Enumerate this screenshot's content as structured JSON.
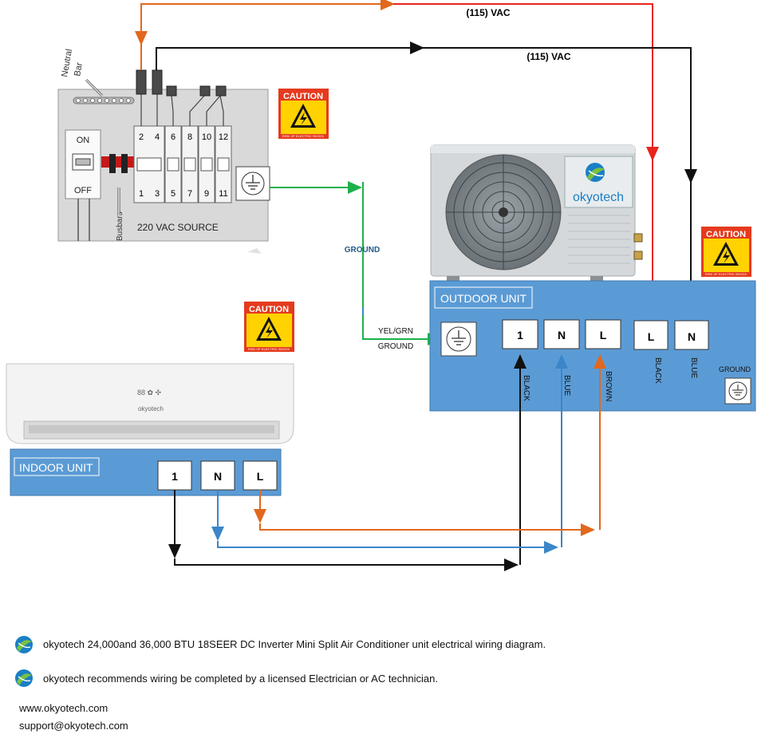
{
  "voltage_labels": {
    "top": "(115) VAC",
    "second": "(115) VAC"
  },
  "panel": {
    "neutral_label": "Neutral",
    "bar_label": "Bar",
    "on_label": "ON",
    "off_label": "OFF",
    "busbars_label": "Busbars",
    "source_label": "220 VAC SOURCE",
    "breaker_top_numbers": [
      "2",
      "4",
      "6",
      "8",
      "10",
      "12"
    ],
    "breaker_bottom_numbers": [
      "1",
      "3",
      "5",
      "7",
      "9",
      "11"
    ]
  },
  "caution": {
    "title": "CAUTION",
    "subtitle": "RISK OF ELECTRIC SHOCK"
  },
  "ground_label": "GROUND",
  "yel_grn_label": "YEL/GRN",
  "ground_label2": "GROUND",
  "outdoor": {
    "brand": "okyotech",
    "title": "OUTDOOR UNIT",
    "terminals": [
      "1",
      "N",
      "L",
      "L",
      "N"
    ],
    "ground_label": "GROUND",
    "wire_labels": [
      "BLACK",
      "BLUE",
      "BROWN",
      "BLACK",
      "BLUE"
    ]
  },
  "indoor": {
    "brand": "okyotech",
    "display": "88 ✿ ✣",
    "title": "INDOOR UNIT",
    "terminals": [
      "1",
      "N",
      "L"
    ]
  },
  "colors": {
    "red": "#e8241b",
    "orange": "#e2681e",
    "black": "#111111",
    "blue": "#3a86c8",
    "green": "#1cb14a",
    "panel_blue": "#5b9bd5"
  },
  "footer": {
    "line1": "okyotech 24,000and 36,000 BTU 18SEER DC Inverter Mini Split Air Conditioner unit electrical wiring diagram.",
    "line2": "okyotech recommends wiring be completed by a licensed Electrician or AC technician.",
    "website": "www.okyotech.com",
    "email": "support@okyotech.com"
  }
}
